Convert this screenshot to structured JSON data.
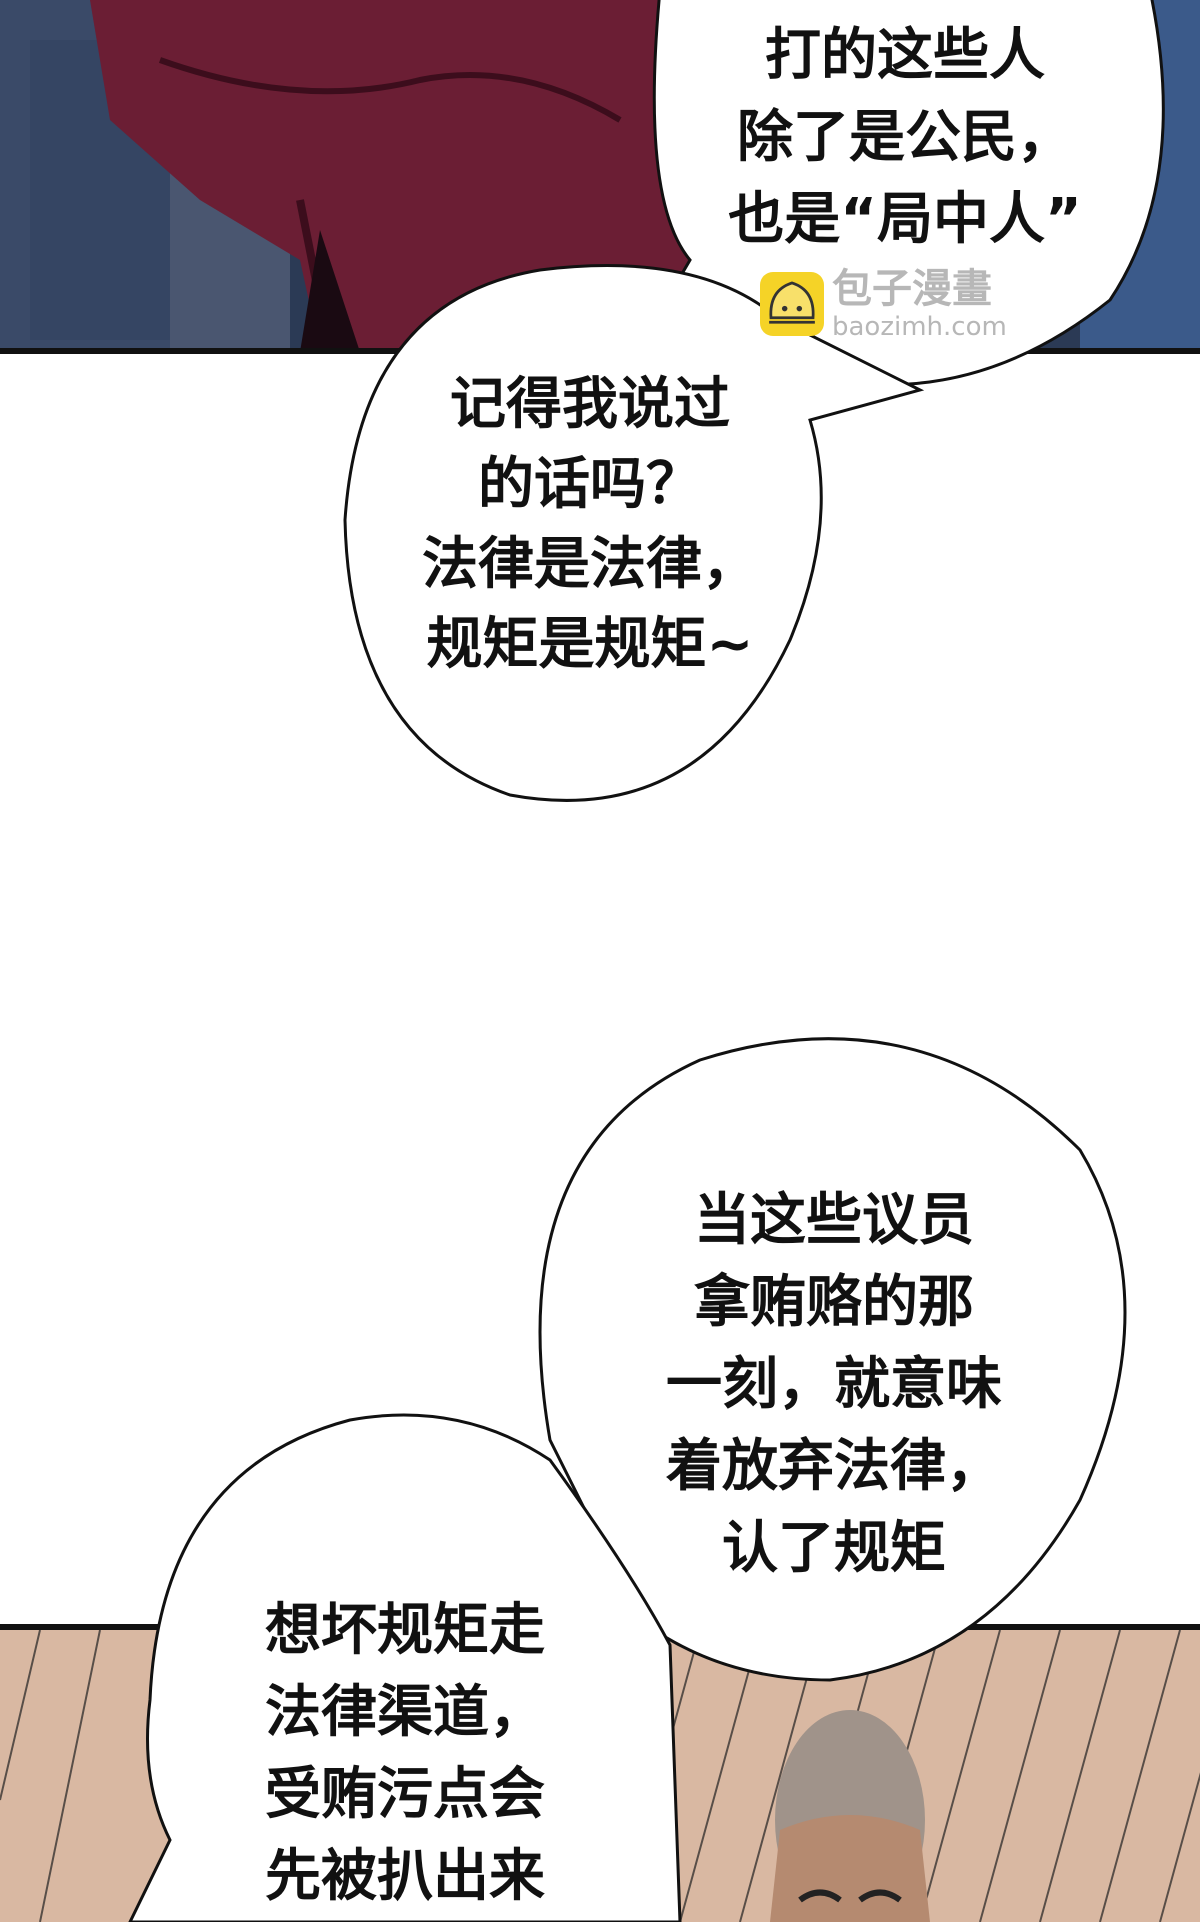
{
  "panels": {
    "top": {
      "background": "#2b3a55",
      "figure_color": "#6b1e34"
    },
    "bottom": {
      "background": "#d9b8a2"
    }
  },
  "bubbles": [
    {
      "lines": [
        "打的这些人",
        "除了是公民，",
        "也是“局中人”"
      ]
    },
    {
      "lines": [
        "记得我说过",
        "的话吗？",
        "法律是法律，",
        "规矩是规矩~"
      ]
    },
    {
      "lines": [
        "当这些议员",
        "拿贿赂的那",
        "一刻，就意味",
        "着放弃法律，",
        "认了规矩"
      ]
    },
    {
      "lines": [
        "想坏规矩走",
        "法律渠道，",
        "受贿污点会",
        "先被扒出来"
      ]
    }
  ],
  "watermark": {
    "logo_icon": "bun-logo-icon",
    "name": "包子漫畫",
    "url": "baozimh.com",
    "logo_color": "#f5d327"
  }
}
